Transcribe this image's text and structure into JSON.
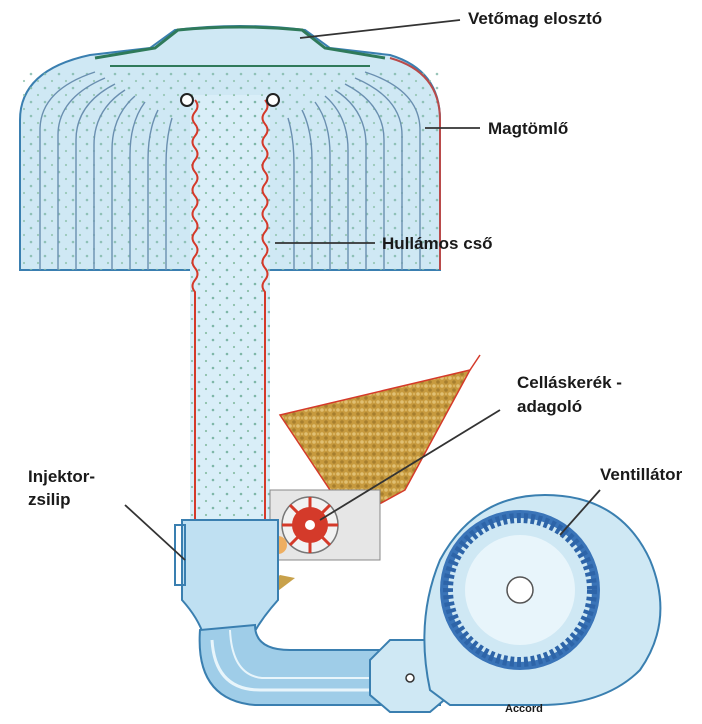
{
  "labels": {
    "seed_distributor": "Vetőmag elosztó",
    "seed_hose": "Magtömlő",
    "corrugated_pipe": "Hullámos cső",
    "cell_wheel_line1": "Celláskerék -",
    "cell_wheel_line2": "adagoló",
    "injector_line1": "Injektor-",
    "injector_line2": "zsilip",
    "fan": "Ventillátor",
    "brand": "Accord"
  },
  "colors": {
    "background": "#ffffff",
    "air_fill": "#cfe8f4",
    "air_stroke": "#3a7fb0",
    "seed_dots": "#7fb7a8",
    "hose_lines": "#6a8fb0",
    "corrugated_red": "#d43a2a",
    "hopper_seed": "#c8a14a",
    "distributor_green": "#2f7a5a",
    "leader_line": "#333333",
    "fan_blades": "#2d64a8"
  }
}
